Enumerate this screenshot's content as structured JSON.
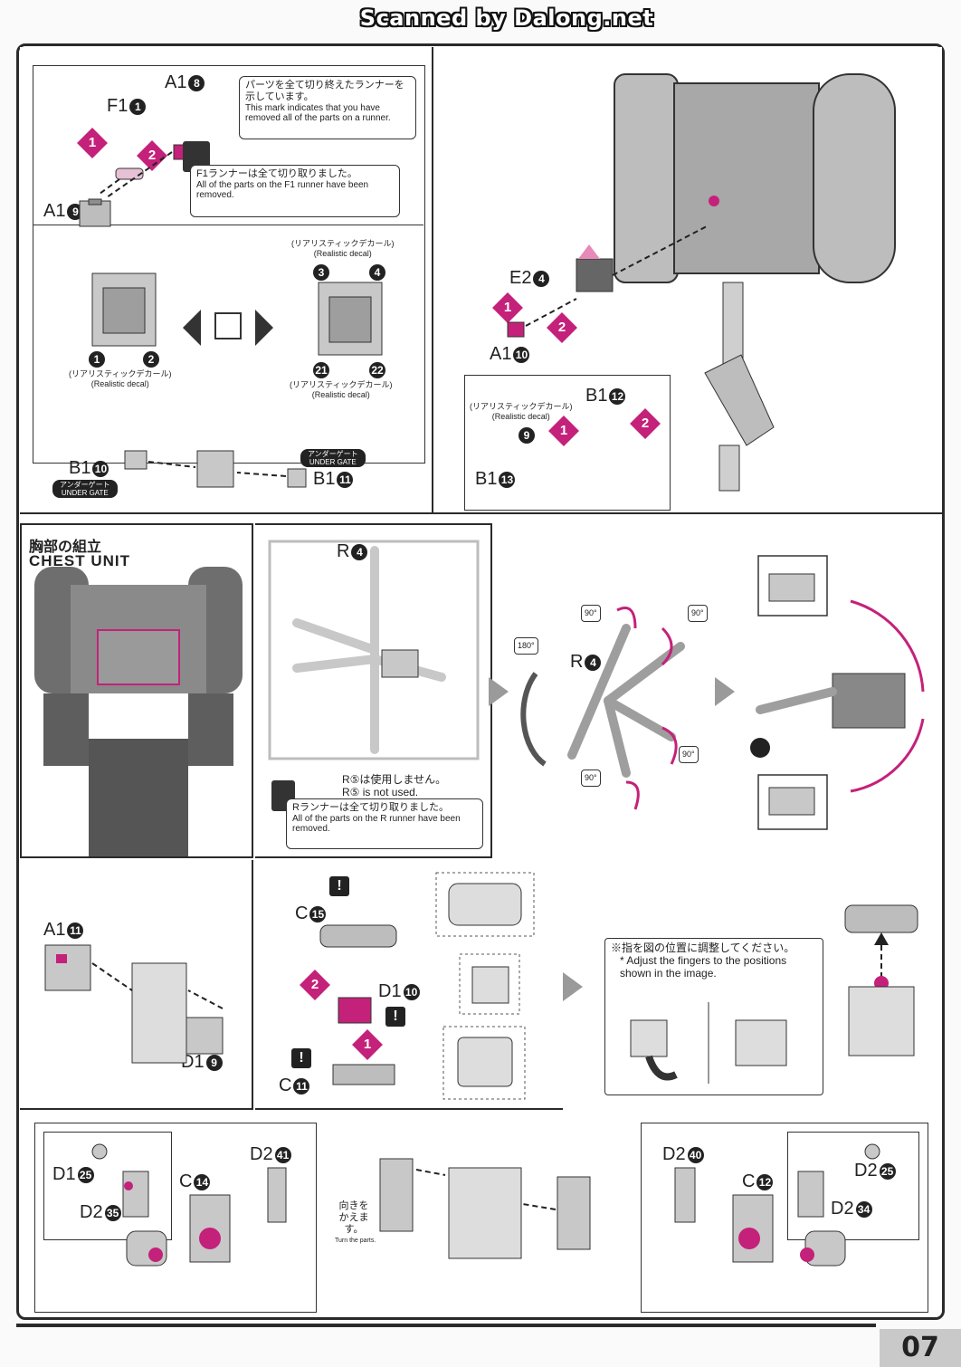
{
  "watermark": "Scanned by Dalong.net",
  "page_number": "07",
  "colors": {
    "accent": "#c4217a",
    "line": "#2a2a2a",
    "part_gray": "#8e8e8e"
  },
  "panel1": {
    "labels": {
      "a1_8": "A1",
      "a1_8_n": "8",
      "f1_1": "F1",
      "f1_1_n": "1",
      "a1_9": "A1",
      "a1_9_n": "9",
      "b1_10": "B1",
      "b1_10_n": "10",
      "b1_11": "B1",
      "b1_11_n": "11"
    },
    "runner_mark_note_jp": "パーツを全て切り終えたランナーを示しています。",
    "runner_mark_note_en": "This mark indicates that you have removed all of the parts on a runner.",
    "f1_removed_jp": "F1ランナーは全て切り取りました。",
    "f1_removed_en": "All of the parts on the F1 runner have been removed.",
    "decal_jp": "(リアリスティックデカール)",
    "decal_en": "(Realistic decal)",
    "decal_numbers": [
      "1",
      "2",
      "3",
      "4",
      "21",
      "22"
    ],
    "under_gate_jp": "アンダーゲート",
    "under_gate_en": "UNDER GATE",
    "steps": [
      "1",
      "2"
    ]
  },
  "panel2": {
    "labels": {
      "e2_4": "E2",
      "e2_4_n": "4",
      "a1_10": "A1",
      "a1_10_n": "10",
      "b1_12": "B1",
      "b1_12_n": "12",
      "b1_13": "B1",
      "b1_13_n": "13"
    },
    "decal_jp": "(リアリスティックデカール)",
    "decal_en": "(Realistic decal)",
    "decal_number": "9"
  },
  "chest": {
    "title_jp": "胸部の組立",
    "title_en": "CHEST UNIT"
  },
  "runner_r": {
    "label": "R",
    "label_n": "4",
    "r5_jp": "R⑤は使用しません。",
    "r5_en": "R⑤ is not used.",
    "removed_jp": "Rランナーは全て切り取りました。",
    "removed_en": "All of the parts on the R runner have been removed."
  },
  "rotate": {
    "label": "R",
    "label_n": "4",
    "angles": [
      "180°",
      "90°",
      "90°",
      "90°",
      "90°"
    ]
  },
  "hand_left": {
    "labels": {
      "a1_11": "A1",
      "a1_11_n": "11",
      "d1_9": "D1",
      "d1_9_n": "9"
    }
  },
  "hand_parts": {
    "labels": {
      "c15": "C",
      "c15_n": "15",
      "d1_10": "D1",
      "d1_10_n": "10",
      "c11": "C",
      "c11_n": "11"
    },
    "steps": [
      "2",
      "1"
    ]
  },
  "adjust": {
    "note_jp": "※指を図の位置に調整してください。",
    "note_en": "* Adjust the fingers to the positions shown in the image."
  },
  "bottom": {
    "labels": {
      "d1_25": "D1",
      "d1_25_n": "25",
      "d2_35": "D2",
      "d2_35_n": "35",
      "c14": "C",
      "c14_n": "14",
      "d2_41": "D2",
      "d2_41_n": "41",
      "d2_40": "D2",
      "d2_40_n": "40",
      "c12": "C",
      "c12_n": "12",
      "d2_25": "D2",
      "d2_25_n": "25",
      "d2_34": "D2",
      "d2_34_n": "34"
    },
    "turn_jp": "向きを かえます。",
    "turn_en": "Turn the parts."
  }
}
